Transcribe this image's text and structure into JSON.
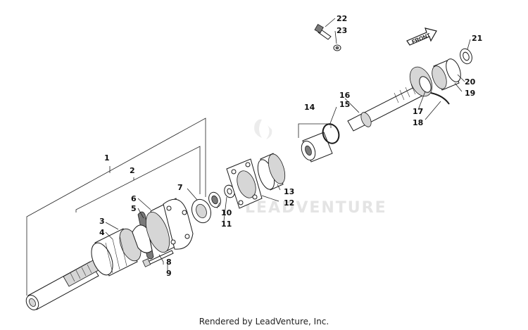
{
  "diagram": {
    "footer_text": "Rendered by LeadVenture, Inc.",
    "watermark_text": "LEADVENTURE",
    "front_arrow_label": "FRONT",
    "callouts": [
      {
        "id": "c1",
        "label": "1"
      },
      {
        "id": "c2",
        "label": "2"
      },
      {
        "id": "c3",
        "label": "3"
      },
      {
        "id": "c4",
        "label": "4"
      },
      {
        "id": "c5",
        "label": "5"
      },
      {
        "id": "c6",
        "label": "6"
      },
      {
        "id": "c7",
        "label": "7"
      },
      {
        "id": "c8",
        "label": "8"
      },
      {
        "id": "c9",
        "label": "9"
      },
      {
        "id": "c10",
        "label": "10"
      },
      {
        "id": "c11",
        "label": "11"
      },
      {
        "id": "c12",
        "label": "12"
      },
      {
        "id": "c13",
        "label": "13"
      },
      {
        "id": "c14",
        "label": "14"
      },
      {
        "id": "c15",
        "label": "15"
      },
      {
        "id": "c16",
        "label": "16"
      },
      {
        "id": "c17",
        "label": "17"
      },
      {
        "id": "c18",
        "label": "18"
      },
      {
        "id": "c19",
        "label": "19"
      },
      {
        "id": "c20",
        "label": "20"
      },
      {
        "id": "c21",
        "label": "21"
      },
      {
        "id": "c22",
        "label": "22"
      },
      {
        "id": "c23",
        "label": "23"
      }
    ]
  }
}
